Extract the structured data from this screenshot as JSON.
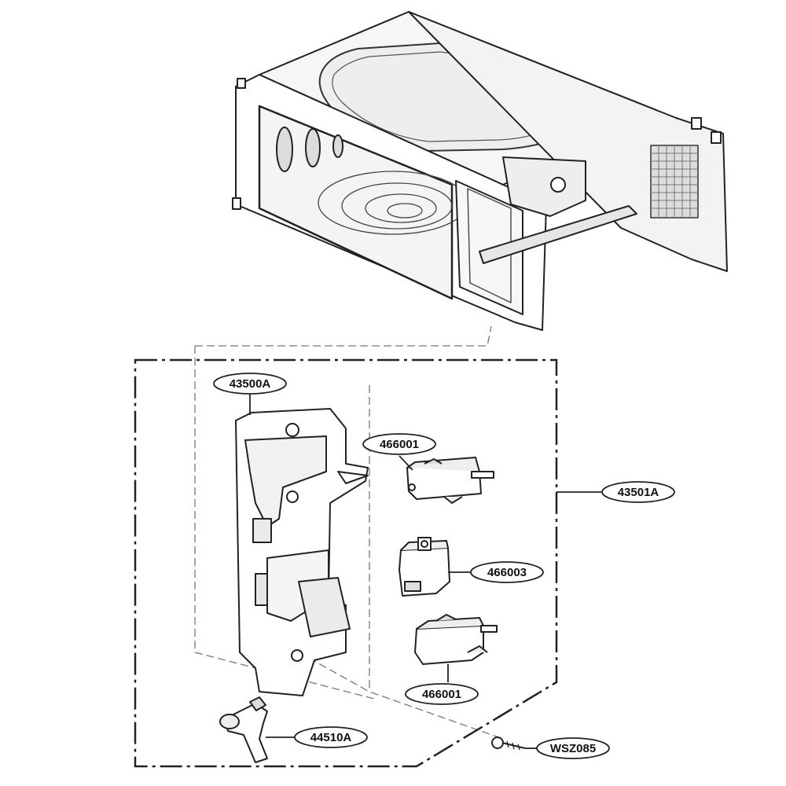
{
  "diagram": {
    "parts": [
      {
        "id": "43500A",
        "label": "43500A",
        "name": "door-latch-holder"
      },
      {
        "id": "466001_top",
        "label": "466001",
        "name": "micro-switch-upper"
      },
      {
        "id": "43501A",
        "label": "43501A",
        "name": "latch-assembly"
      },
      {
        "id": "466003",
        "label": "466003",
        "name": "micro-switch-middle"
      },
      {
        "id": "466001_bottom",
        "label": "466001",
        "name": "micro-switch-lower"
      },
      {
        "id": "44510A",
        "label": "44510A",
        "name": "lever"
      },
      {
        "id": "WSZ085",
        "label": "WSZ085",
        "name": "screw"
      }
    ],
    "colors": {
      "line": "#222222",
      "dashed": "#555555",
      "fill": "#ffffff",
      "shade": "#e6e6e6"
    }
  }
}
